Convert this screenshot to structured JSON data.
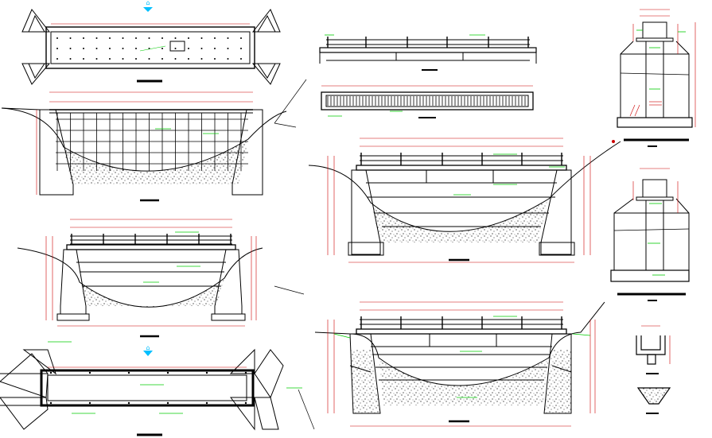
{
  "drawing": {
    "colors": {
      "background": "#ffffff",
      "line": "#000000",
      "dimension": "#cc0000",
      "annotation": "#00cc00",
      "highlight": "#00bfff"
    },
    "symbols": {
      "north_arrow_top": "north-arrow-icon",
      "north_arrow_bottom": "north-arrow-icon"
    },
    "views": [
      {
        "id": "plan-top",
        "kind": "plan"
      },
      {
        "id": "elevation-left-1",
        "kind": "elevation"
      },
      {
        "id": "elevation-left-2",
        "kind": "elevation"
      },
      {
        "id": "plan-bottom",
        "kind": "plan"
      },
      {
        "id": "railing-elevation",
        "kind": "elevation"
      },
      {
        "id": "deck-plan",
        "kind": "plan"
      },
      {
        "id": "elevation-right-1",
        "kind": "elevation"
      },
      {
        "id": "elevation-right-2",
        "kind": "elevation"
      },
      {
        "id": "section-1",
        "kind": "section"
      },
      {
        "id": "section-2",
        "kind": "section"
      },
      {
        "id": "detail-channel",
        "kind": "detail"
      },
      {
        "id": "detail-key",
        "kind": "detail"
      }
    ]
  }
}
